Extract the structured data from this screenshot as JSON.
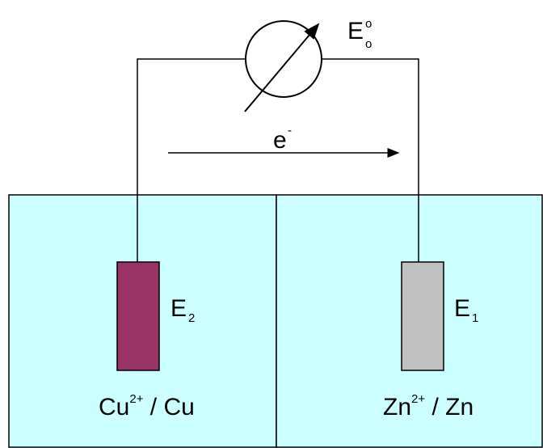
{
  "colors": {
    "solution": "#ccffff",
    "copper_electrode": "#993366",
    "zinc_electrode": "#c0c0c0",
    "line": "#000000"
  },
  "icons": {
    "meter": "voltmeter-icon",
    "arrow": "electron-flow-arrow-icon"
  },
  "meter": {
    "label": "E",
    "sub": "o",
    "sup": "o"
  },
  "electron": {
    "label": "e",
    "sup": "-"
  },
  "left_cell": {
    "electrode_label": "E",
    "electrode_sub": "2",
    "species": "Cu",
    "charge": "2+",
    "pair_sep": " / ",
    "metal": "Cu"
  },
  "right_cell": {
    "electrode_label": "E",
    "electrode_sub": "1",
    "species": "Zn",
    "charge": "2+",
    "pair_sep": " / ",
    "metal": "Zn"
  }
}
